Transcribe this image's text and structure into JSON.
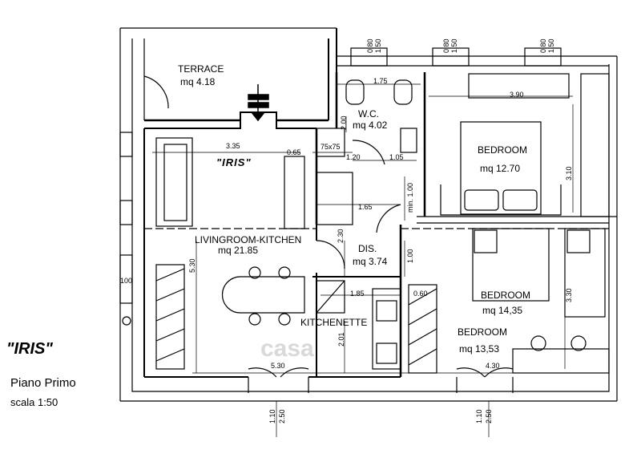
{
  "title_block": {
    "project_name": "\"IRIS\"",
    "floor": "Piano Primo",
    "scale": "scala 1:50"
  },
  "plan_tag": "\"IRIS\"",
  "watermark": "casa",
  "rooms": {
    "terrace": {
      "name": "TERRACE",
      "area": "mq 4.18"
    },
    "wc": {
      "name": "W.C.",
      "area": "mq 4.02"
    },
    "bedroom1": {
      "name": "BEDROOM",
      "area": "mq 12.70"
    },
    "living": {
      "name": "LIVINGROOM-KITCHEN",
      "area": "mq 21.85"
    },
    "dis": {
      "name": "DIS.",
      "area": "mq 3.74"
    },
    "bedroom2": {
      "name": "BEDROOM",
      "area": "mq 14,35"
    },
    "bedroom3": {
      "name": "BEDROOM",
      "area": "mq 13,53"
    },
    "kitchenette": {
      "name": "KITCHENETTE"
    }
  },
  "dimensions": {
    "d_175": "1.75",
    "d_390": "3.90",
    "d_335": "3.35",
    "d_065": "0.65",
    "d_75x75": "75x75",
    "d_120": "1.20",
    "d_105": "1.05",
    "d_165": "1.65",
    "d_185": "1.85",
    "d_060": "0.60",
    "d_530h": "5.30",
    "d_430": "4.30",
    "d_100": "100",
    "v_080a": "0.80",
    "v_150a": "1.50",
    "v_080b": "0.80",
    "v_150b": "1.50",
    "v_080c": "0.80",
    "v_150c": "1.50",
    "v_200": "2.00",
    "v_310": "3.10",
    "v_min100": "min. 1.00",
    "v_230": "2.30",
    "v_100": "1.00",
    "v_530": "5.30",
    "v_330": "3.30",
    "v_201": "2.01",
    "v_110a": "1.10",
    "v_250a": "2.50",
    "v_110b": "1.10",
    "v_250b": "2.50"
  }
}
